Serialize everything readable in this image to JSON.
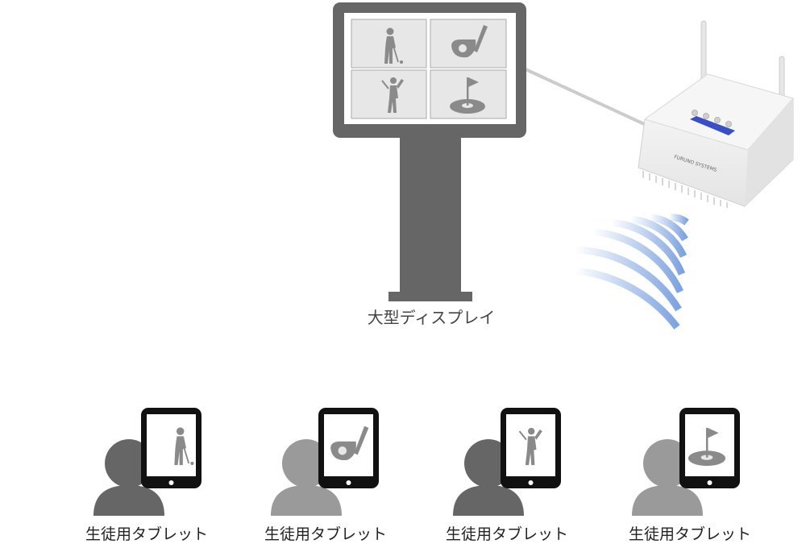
{
  "display": {
    "label": "大型ディスプレイ",
    "screen_icons": [
      "golfer-address-icon",
      "golf-club-ball-icon",
      "golfer-swing-icon",
      "golf-hole-flag-icon"
    ]
  },
  "router": {
    "brand": "FURUNO SYSTEMS",
    "icon": "wireless-router-icon"
  },
  "wifi": {
    "icon": "wifi-signal-icon",
    "color": "#7ea3df"
  },
  "students": [
    {
      "label": "生徒用タブレット",
      "tablet_icon": "golfer-address-icon",
      "person_color": "#666666"
    },
    {
      "label": "生徒用タブレット",
      "tablet_icon": "golf-club-ball-icon",
      "person_color": "#9a9a9a"
    },
    {
      "label": "生徒用タブレット",
      "tablet_icon": "golfer-swing-icon",
      "person_color": "#666666"
    },
    {
      "label": "生徒用タブレット",
      "tablet_icon": "golf-hole-flag-icon",
      "person_color": "#9a9a9a"
    }
  ],
  "colors": {
    "stand": "#666666",
    "panel": "#e7e7e7",
    "icon": "#8a8a8a",
    "tablet": "#111111"
  }
}
